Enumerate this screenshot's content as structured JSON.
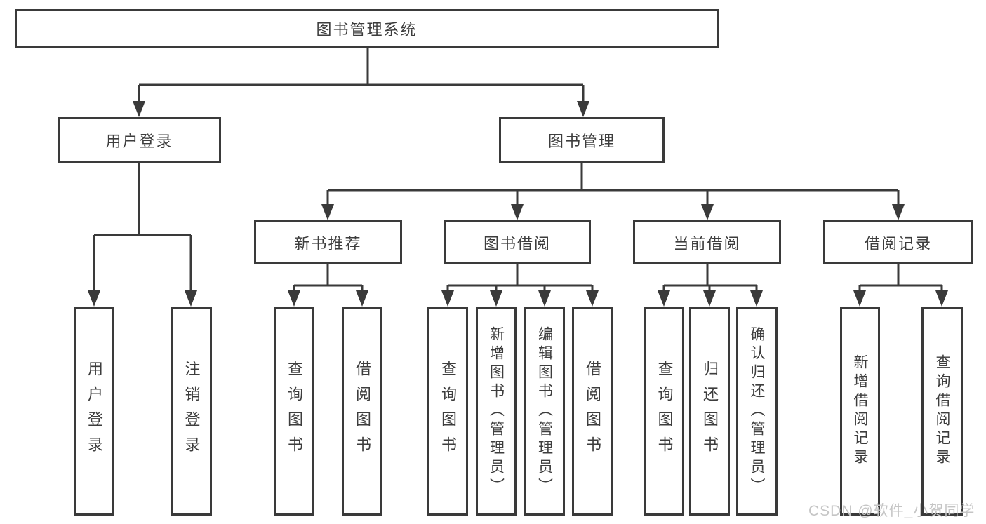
{
  "diagram_title": "图书管理系统",
  "nodes": {
    "root": "图书管理系统",
    "user_login": "用户登录",
    "book_mgmt": "图书管理",
    "new_book": "新书推荐",
    "borrow": "图书借阅",
    "current": "当前借阅",
    "records": "借阅记录"
  },
  "leaves": {
    "user_login": [
      "用户登录",
      "注销登录"
    ],
    "new_book": [
      "查询图书",
      "借阅图书"
    ],
    "borrow": [
      "查询图书",
      "新增图书（管理员）",
      "编辑图书（管理员）",
      "借阅图书"
    ],
    "current": [
      "查询图书",
      "归还图书",
      "确认归还（管理员）"
    ],
    "records": [
      "新增借阅记录",
      "查询借阅记录"
    ]
  },
  "watermark": {
    "text": "CSDN @软件_小贺同学"
  },
  "colors": {
    "line": "#3a3a3a",
    "text": "#3d3d3d",
    "watermark": "#c5c5c5",
    "background": "#ffffff"
  }
}
